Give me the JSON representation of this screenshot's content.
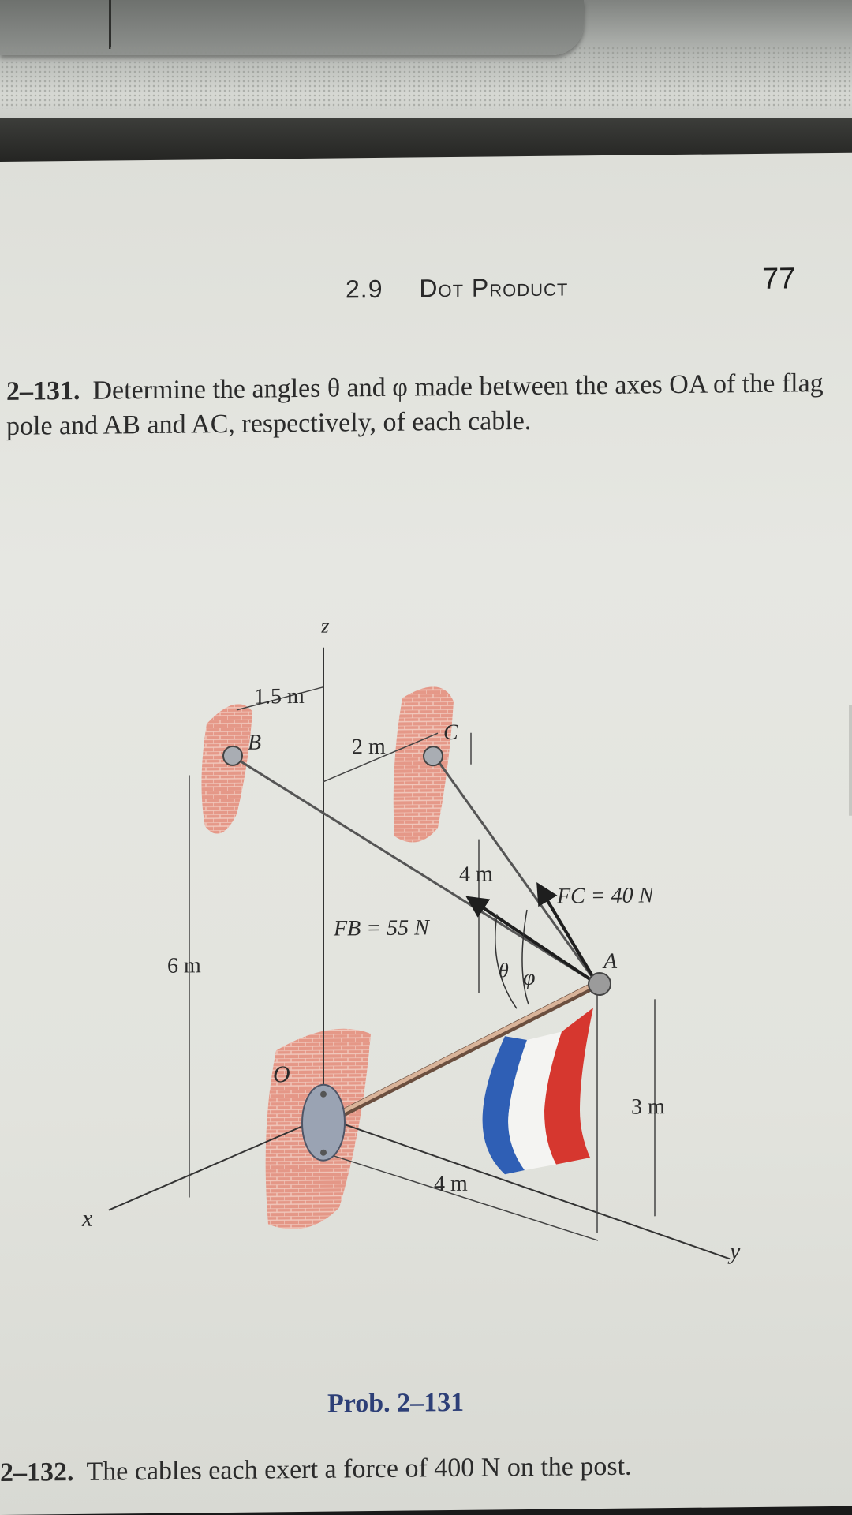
{
  "header": {
    "section": "2.9",
    "section_title": "Dot Product",
    "page_number": "77"
  },
  "problem": {
    "number": "2–131.",
    "text": "Determine the angles θ and φ made between the axes OA of the flag pole and AB and AC, respectively, of each cable."
  },
  "figure": {
    "labels": {
      "z": "z",
      "x": "x",
      "y": "y",
      "B": "B",
      "C": "C",
      "A": "A",
      "O": "O",
      "theta": "θ",
      "phi": "φ",
      "dim_1_5m": "1.5 m",
      "dim_2m": "2 m",
      "dim_4m_top": "4 m",
      "dim_6m": "6 m",
      "dim_3m": "3 m",
      "dim_4m_bottom": "4 m",
      "force_B": "FB = 55 N",
      "force_C": "FC = 40 N"
    },
    "colors": {
      "brick": "#e07a6a",
      "flag_blue": "#2f5fb5",
      "flag_red": "#d6372f",
      "pole": "#c9a48c"
    }
  },
  "caption": "Prob. 2–131",
  "next_problem": {
    "number": "2–132.",
    "text": "The cables each exert a force of 400 N on the post."
  }
}
